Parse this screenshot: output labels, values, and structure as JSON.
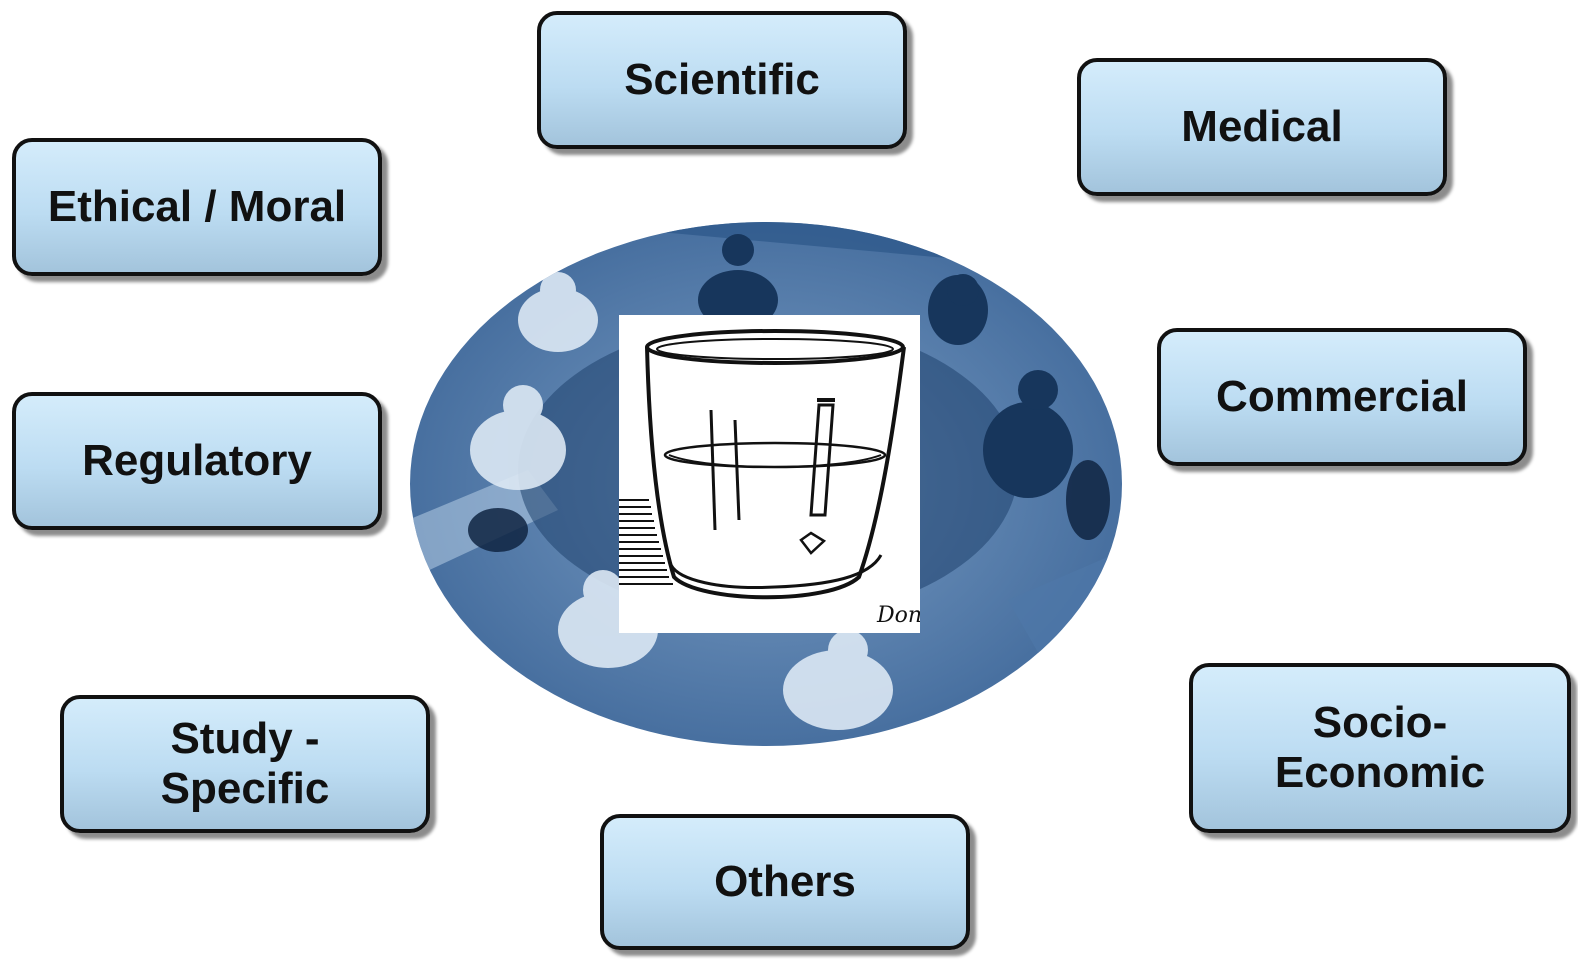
{
  "nodes": {
    "scientific": "Scientific",
    "medical": "Medical",
    "ethical": "Ethical / Moral",
    "regulatory": "Regulatory",
    "commercial": "Commercial",
    "study": "Study -\nSpecific",
    "socio": "Socio-\nEconomic",
    "others": "Others"
  },
  "center": {
    "photo": "meeting-photo",
    "cartoon": "glass-half-full-cartoon",
    "signature": "Don"
  },
  "colors": {
    "box_top": "#d4ecfb",
    "box_bottom": "#a3c4dc",
    "photo_tone": "#3f6c9f"
  }
}
